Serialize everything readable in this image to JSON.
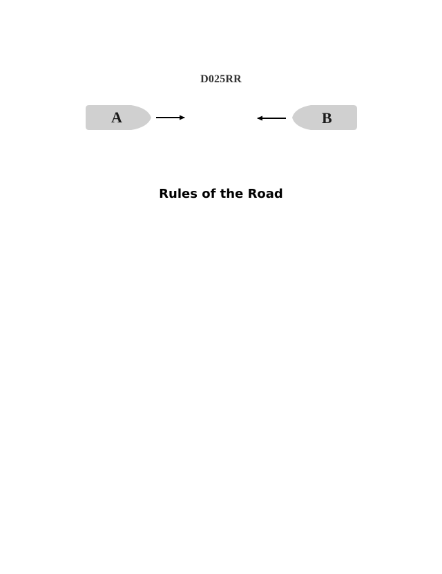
{
  "diagram": {
    "code": "D025RR",
    "vessels": [
      {
        "label": "A",
        "heading": "right"
      },
      {
        "label": "B",
        "heading": "left"
      }
    ],
    "colors": {
      "vessel_fill": "#d0d0d0",
      "arrow": "#000000"
    }
  },
  "caption": "Rules of the Road"
}
